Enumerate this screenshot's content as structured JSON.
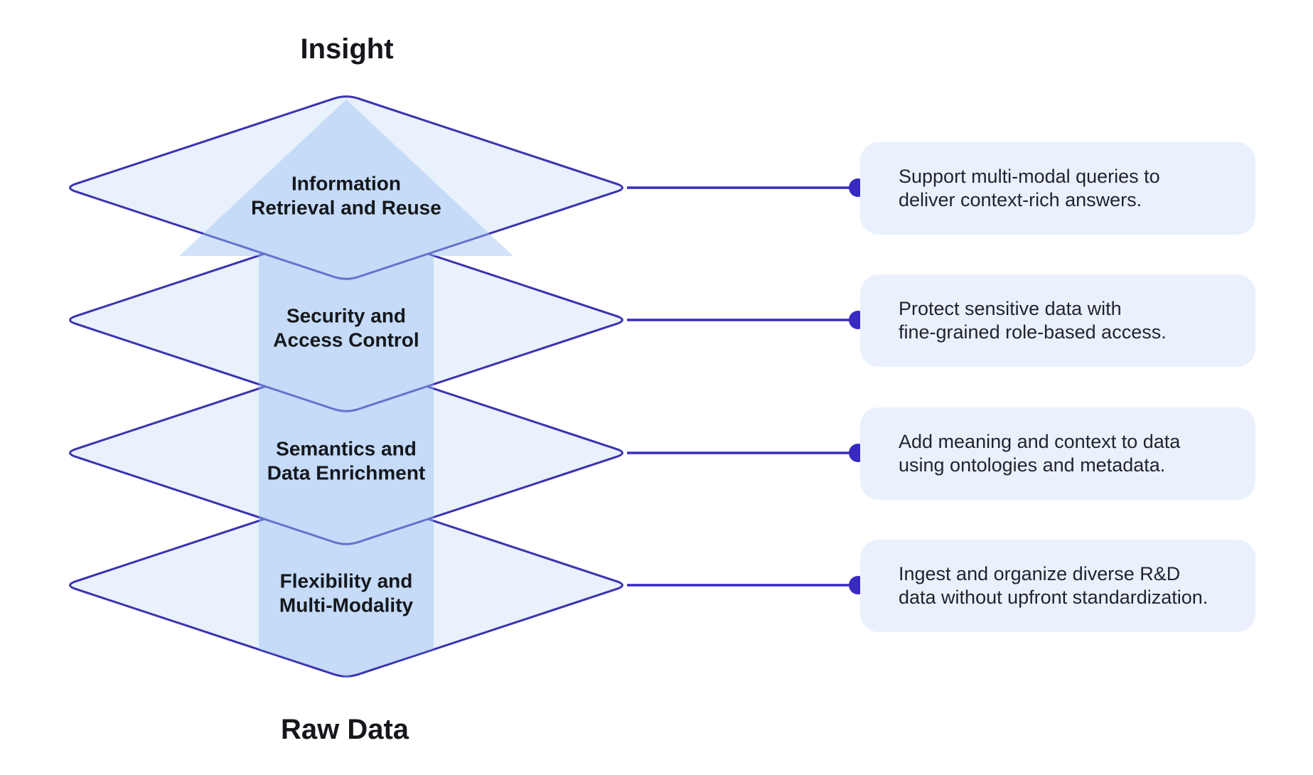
{
  "title": "Insight",
  "footer": "Raw Data",
  "colors": {
    "background": "#ffffff",
    "diamond_fill": "#e8f1fc",
    "diamond_border": "#3a33b0",
    "arrow_fill": "#9bc1f2",
    "connector": "#362ac2",
    "card_background": "#eaf1fd",
    "heading_text": "#15171c",
    "card_text": "#21242c"
  },
  "layers": [
    {
      "label": [
        "Information",
        "Retrieval and Reuse"
      ],
      "card": [
        "Support multi-modal queries to",
        "deliver context-rich answers."
      ]
    },
    {
      "label": [
        "Security and",
        "Access Control"
      ],
      "card": [
        "Protect sensitive data with",
        "fine-grained role-based access."
      ]
    },
    {
      "label": [
        "Semantics and",
        "Data Enrichment"
      ],
      "card": [
        "Add meaning and context to data",
        "using ontologies and metadata."
      ]
    },
    {
      "label": [
        "Flexibility and",
        "Multi-Modality"
      ],
      "card": [
        "Ingest and organize diverse R&D",
        "data without upfront standardization."
      ]
    }
  ]
}
